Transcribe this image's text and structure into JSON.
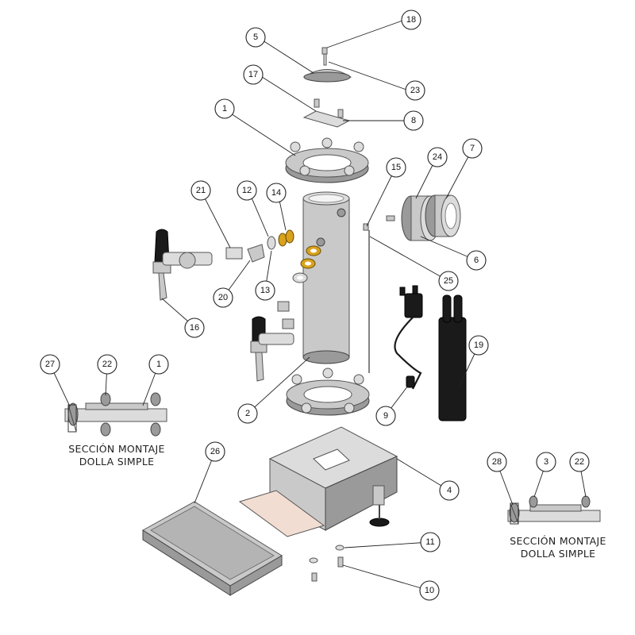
{
  "callouts": [
    {
      "id": "c1",
      "label": "1"
    },
    {
      "id": "c2",
      "label": "2"
    },
    {
      "id": "c4",
      "label": "4"
    },
    {
      "id": "c5",
      "label": "5"
    },
    {
      "id": "c6",
      "label": "6"
    },
    {
      "id": "c7",
      "label": "7"
    },
    {
      "id": "c8",
      "label": "8"
    },
    {
      "id": "c9",
      "label": "9"
    },
    {
      "id": "c10",
      "label": "10"
    },
    {
      "id": "c11",
      "label": "11"
    },
    {
      "id": "c12",
      "label": "12"
    },
    {
      "id": "c13",
      "label": "13"
    },
    {
      "id": "c14",
      "label": "14"
    },
    {
      "id": "c15",
      "label": "15"
    },
    {
      "id": "c16",
      "label": "16"
    },
    {
      "id": "c17",
      "label": "17"
    },
    {
      "id": "c18",
      "label": "18"
    },
    {
      "id": "c19",
      "label": "19"
    },
    {
      "id": "c20",
      "label": "20"
    },
    {
      "id": "c21",
      "label": "21"
    },
    {
      "id": "c23",
      "label": "23"
    },
    {
      "id": "c24",
      "label": "24"
    },
    {
      "id": "c25",
      "label": "25"
    },
    {
      "id": "c26",
      "label": "26"
    },
    {
      "id": "s1c27",
      "label": "27"
    },
    {
      "id": "s1c22",
      "label": "22"
    },
    {
      "id": "s1c1",
      "label": "1"
    },
    {
      "id": "s2c28",
      "label": "28"
    },
    {
      "id": "s2c3",
      "label": "3"
    },
    {
      "id": "s2c22",
      "label": "22"
    }
  ],
  "captions": {
    "left": {
      "line1": "SECCIÓN MONTAJE",
      "line2": "DOLLA SIMPLE"
    },
    "right": {
      "line1": "SECCIÓN MONTAJE",
      "line2": "DOLLA SIMPLE"
    }
  },
  "colors": {
    "metal": "#c9c9c9",
    "brass_washer": "#d9a21e",
    "black_parts": "#1a1a1a",
    "drip_plate": "#f2ddd3"
  }
}
